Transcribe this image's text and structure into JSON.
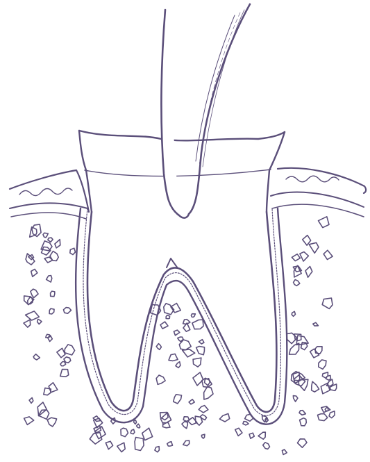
{
  "illustration": {
    "subject": "tooth-with-elevator-instrument",
    "line_color": "#5b4f7a",
    "fill_color": "#ffffff",
    "parts": [
      "elevator-instrument",
      "crown",
      "roots",
      "periodontal-ligament",
      "gingiva",
      "alveolar-bone"
    ]
  }
}
